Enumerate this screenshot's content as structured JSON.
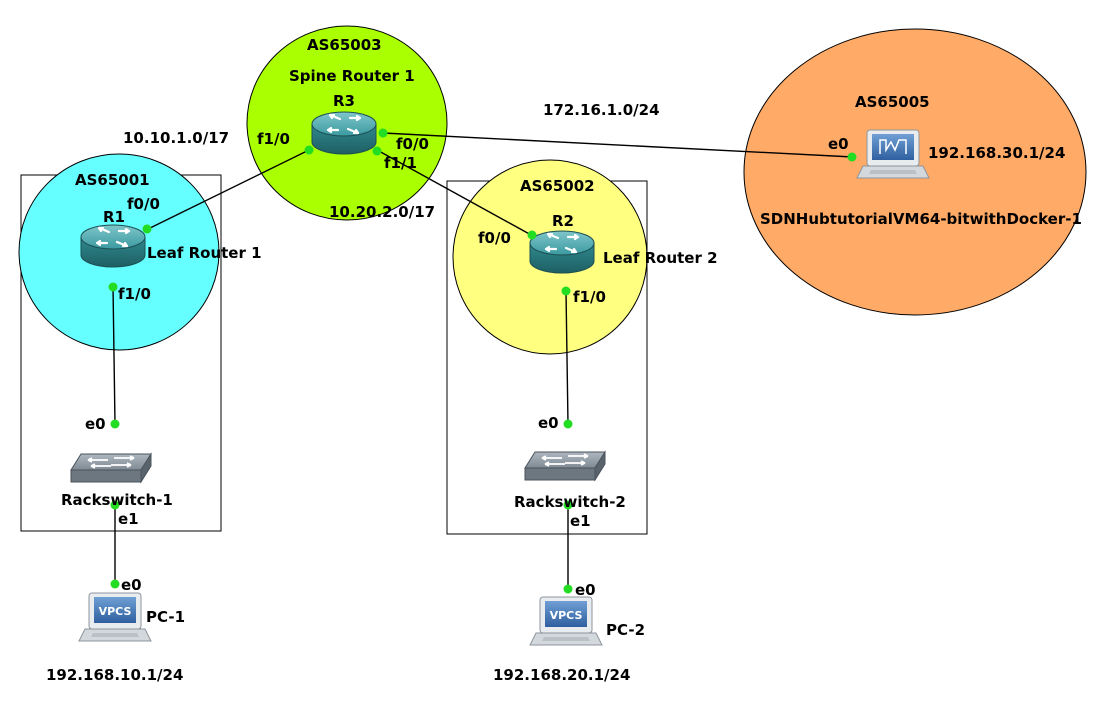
{
  "areas": {
    "as65003": "AS65003",
    "as65001": "AS65001",
    "as65002": "AS65002",
    "as65005": "AS65005"
  },
  "nodes": {
    "r3": {
      "name": "R3",
      "caption": "Spine Router 1"
    },
    "r1": {
      "name": "R1",
      "caption": "Leaf Router 1"
    },
    "r2": {
      "name": "R2",
      "caption": "Leaf Router 2"
    },
    "sw1": {
      "name": "Rackswitch-1"
    },
    "sw2": {
      "name": "Rackswitch-2"
    },
    "pc1": {
      "name": "PC-1",
      "ip": "192.168.10.1/24",
      "badge": "VPCS"
    },
    "pc2": {
      "name": "PC-2",
      "ip": "192.168.20.1/24",
      "badge": "VPCS"
    },
    "vm": {
      "name": "SDNHubtutorialVM64-bitwithDocker-1",
      "ip": "192.168.30.1/24"
    }
  },
  "networks": {
    "n1": "10.10.1.0/17",
    "n2": "10.20.2.0/17",
    "n3": "172.16.1.0/24"
  },
  "ports": {
    "r3_f10": "f1/0",
    "r3_f00": "f0/0",
    "r3_f11": "f1/1",
    "r1_f00": "f0/0",
    "r1_f10": "f1/0",
    "r2_f00": "f0/0",
    "r2_f10": "f1/0",
    "sw1_e0": "e0",
    "sw1_e1": "e1",
    "sw2_e0": "e0",
    "sw2_e1": "e1",
    "pc1_e0": "e0",
    "pc2_e0": "e0",
    "vm_e0": "e0"
  },
  "colors": {
    "as65003": "#aaff00",
    "as65001": "#66ffff",
    "as65002": "#ffff80",
    "as65005": "#ffaa66",
    "port": "#22dd22",
    "router": "#2f8a8f"
  }
}
